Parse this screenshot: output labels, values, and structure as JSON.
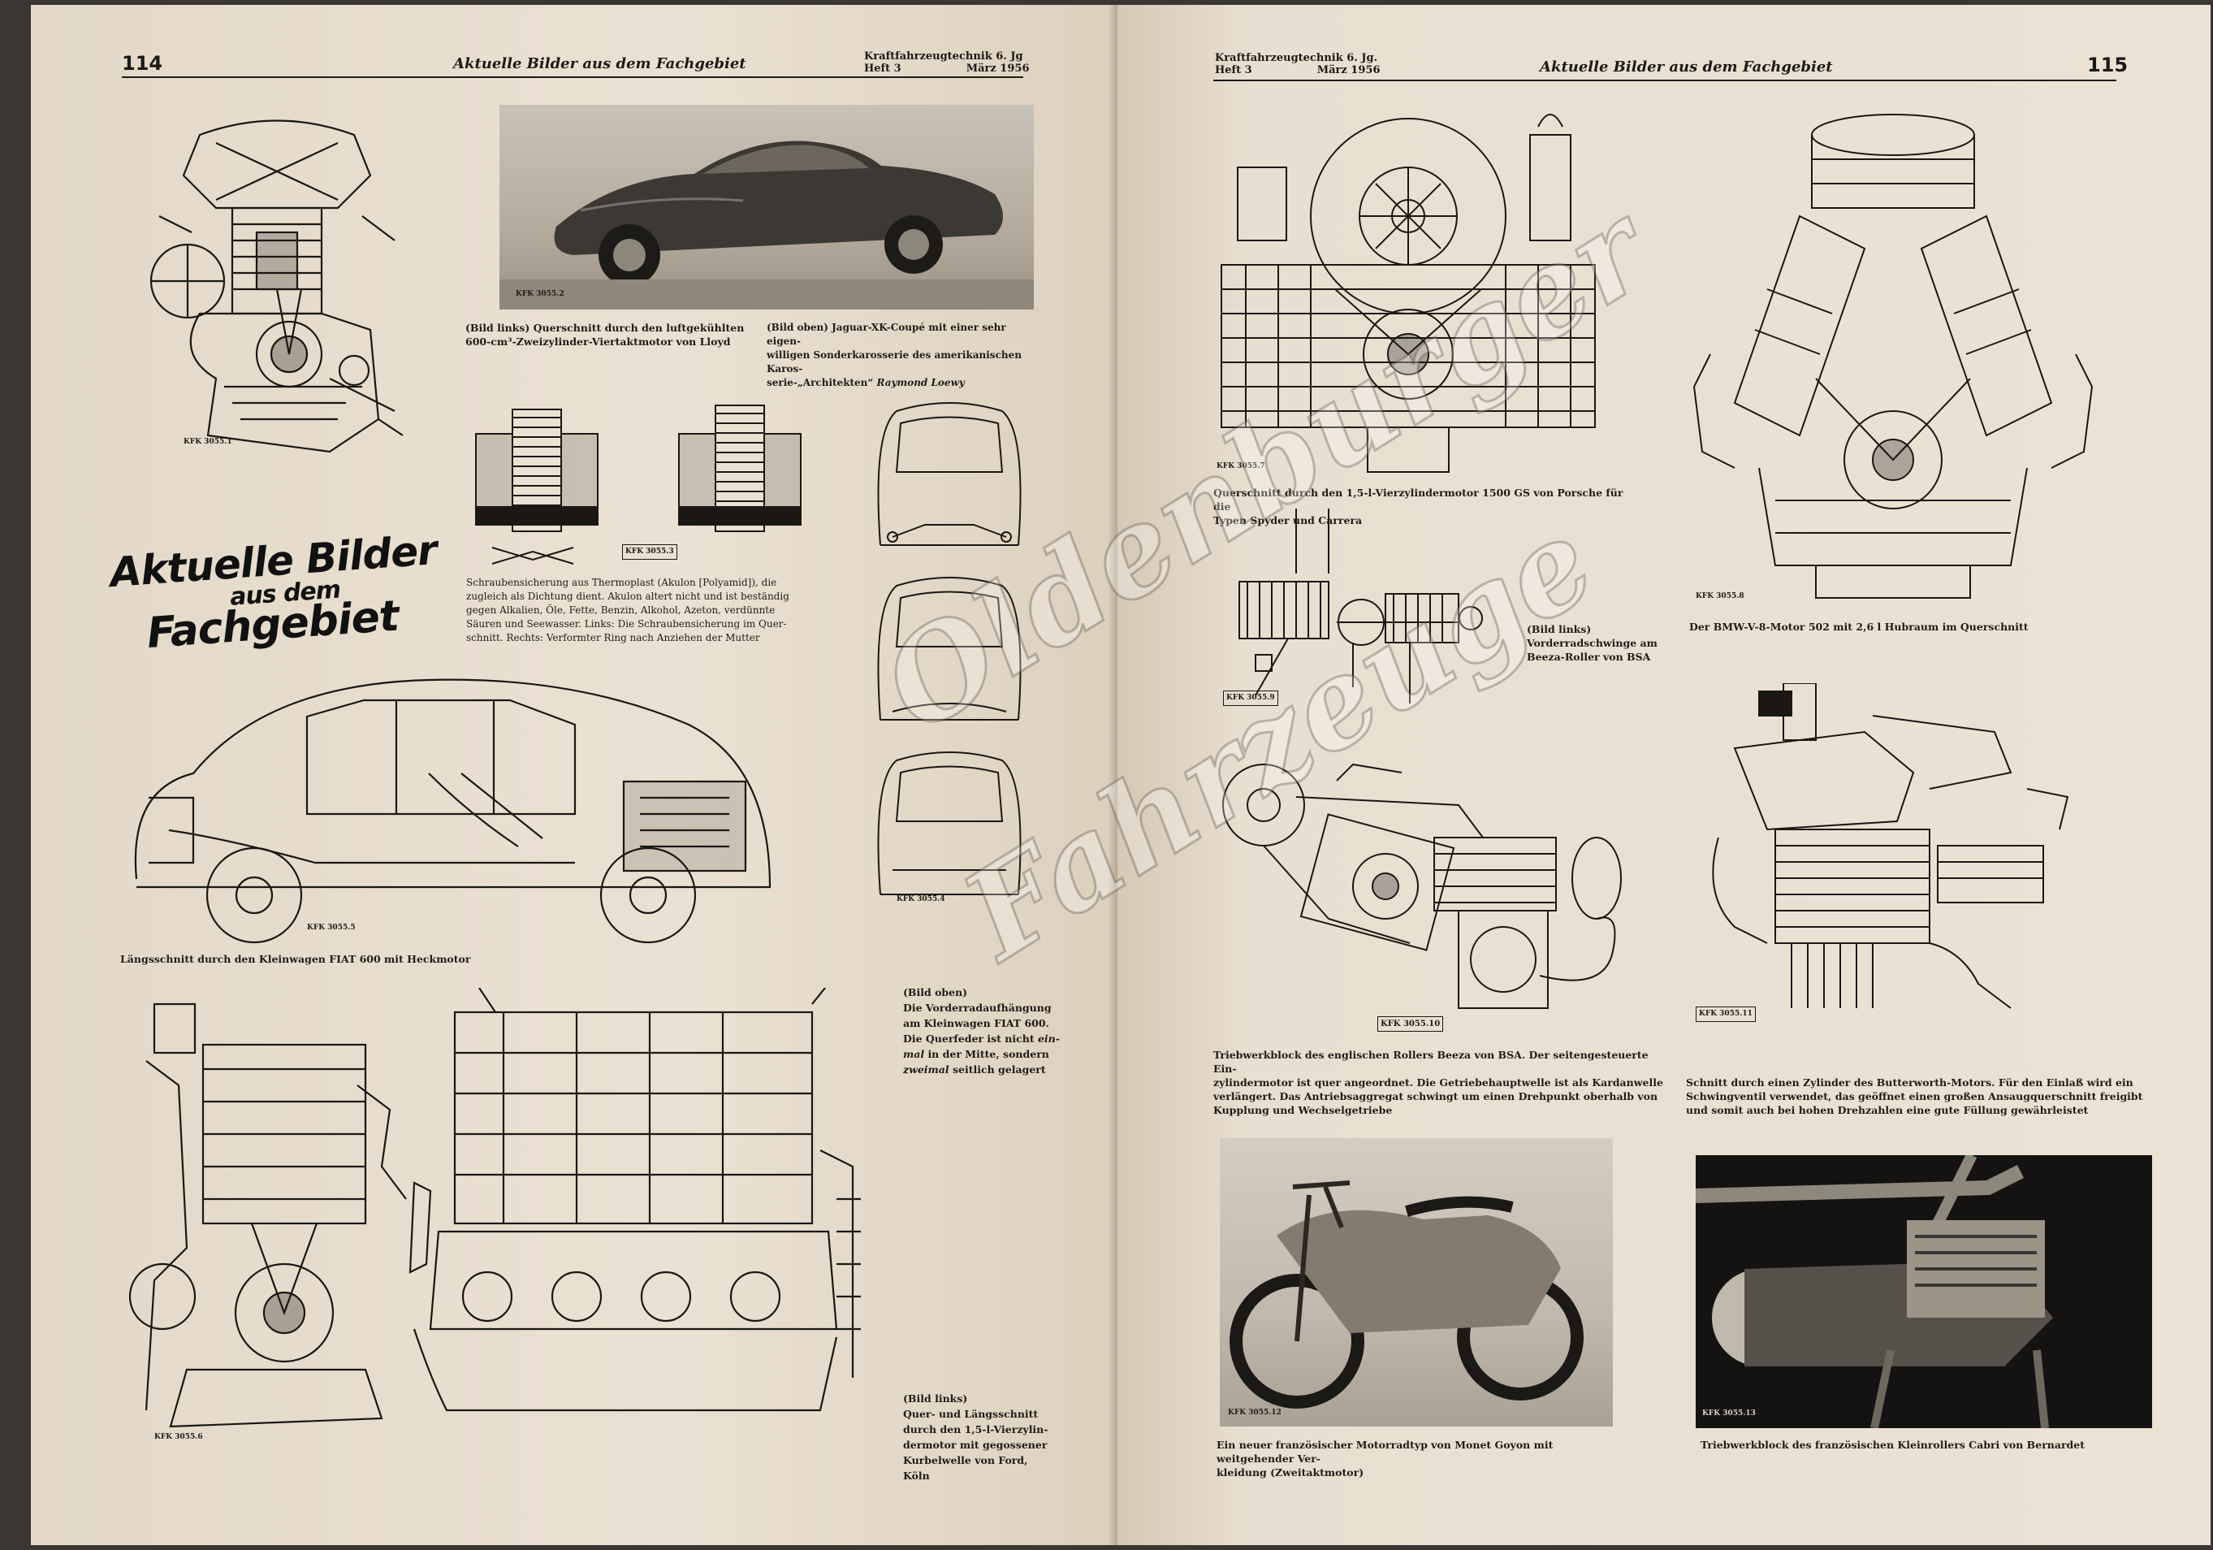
{
  "left_page": {
    "page_number": "114",
    "running_title": "Aktuelle Bilder aus dem Fachgebiet",
    "journal_line1": "Kraftfahrzeugtechnik 6. Jg",
    "journal_line2_a": "Heft 3",
    "journal_line2_b": "März 1956",
    "logo": {
      "line1": "Aktuelle Bilder",
      "line2": "aus dem",
      "line3": "Fachgebiet"
    },
    "captions": {
      "lloyd": [
        "(Bild links) Querschnitt durch den luftgekühlten",
        "600-cm³-Zweizylinder-Viertaktmotor von Lloyd"
      ],
      "jaguar_a": [
        "(Bild oben) Jaguar-XK-Coupé mit einer sehr eigen-",
        "willigen Sonderkarosserie des amerikanischen Karos-",
        "serie-„Architekten“"
      ],
      "jaguar_name": "Raymond Loewy",
      "schraube": [
        "Schraubensicherung aus Thermoplast (Akulon [Polyamid]), die",
        "zugleich als Dichtung dient. Akulon altert nicht und ist beständig",
        "gegen Alkalien, Öle, Fette, Benzin, Alkohol, Azeton, verdünnte",
        "Säuren und Seewasser. Links: Die Schraubensicherung im Quer-",
        "schnitt. Rechts: Verformter Ring nach Anziehen der Mutter"
      ],
      "fiat": "Längsschnitt durch den Kleinwagen FIAT 600 mit Heckmotor",
      "vorderrad": [
        "(Bild oben)",
        "Die Vorderradaufhängung",
        "am Kleinwagen FIAT 600.",
        "Die Querfeder ist nicht",
        "in der Mitte, sondern",
        "seitlich gelagert"
      ],
      "vorderrad_em1": "ein-",
      "vorderrad_em2": "mal",
      "vorderrad_em3": "zweimal",
      "ford": [
        "(Bild links)",
        "Quer- und Längsschnitt",
        "durch den 1,5-l-Vierzylin-",
        "dermotor mit gegossener",
        "Kurbelwelle von Ford,",
        "Köln"
      ]
    },
    "fig_labels": {
      "l1": "KFK 3055.1",
      "l2": "KFK 3055.2",
      "l3": "KFK 3055.3",
      "l4": "KFK 3055.4",
      "l5": "KFK 3055.5",
      "l6": "KFK 3055.6"
    }
  },
  "right_page": {
    "page_number": "115",
    "running_title": "Aktuelle Bilder aus dem Fachgebiet",
    "journal_line1": "Kraftfahrzeugtechnik 6. Jg.",
    "journal_line2_a": "Heft 3",
    "journal_line2_b": "März 1956",
    "captions": {
      "porsche": [
        "Querschnitt durch den 1,5-l-Vierzylindermotor 1500 GS von Porsche für die",
        "Typen Spyder und Carrera"
      ],
      "bmw": "Der BMW-V-8-Motor 502 mit 2,6 l Hubraum im Querschnitt",
      "bsa_fork": [
        "(Bild links)",
        "Vorderradschwinge am",
        "Beeza-Roller von BSA"
      ],
      "beeza": [
        "Triebwerkblock des englischen Rollers Beeza von BSA. Der seitengesteuerte Ein-",
        "zylindermotor ist quer angeordnet. Die Getriebehauptwelle ist als Kardanwelle",
        "verlängert. Das Antriebsaggregat schwingt um einen Drehpunkt oberhalb von",
        "Kupplung und Wechselgetriebe"
      ],
      "butterworth": [
        "Schnitt durch einen Zylinder des Butterworth-Motors. Für den Einlaß wird ein",
        "Schwingventil verwendet, das geöffnet einen großen Ansaugquerschnitt freigibt",
        "und somit auch bei hohen Drehzahlen eine gute Füllung gewährleistet"
      ],
      "monet": [
        "Ein neuer französischer Motorradtyp von Monet Goyon mit weitgehender Ver-",
        "kleidung (Zweitaktmotor)"
      ],
      "bernardet": "Triebwerkblock des französischen Kleinrollers Cabri von Bernardet"
    },
    "fig_labels": {
      "r1": "KFK 3055.7",
      "r2": "KFK 3055.8",
      "r3": "KFK 3055.9",
      "r4": "KFK 3055.10",
      "r5": "KFK 3055.11",
      "r6": "KFK 3055.12",
      "r7": "KFK 3055.13"
    }
  },
  "watermark": {
    "line1": "Oldenburger",
    "line2": "Fahrzeuge"
  }
}
